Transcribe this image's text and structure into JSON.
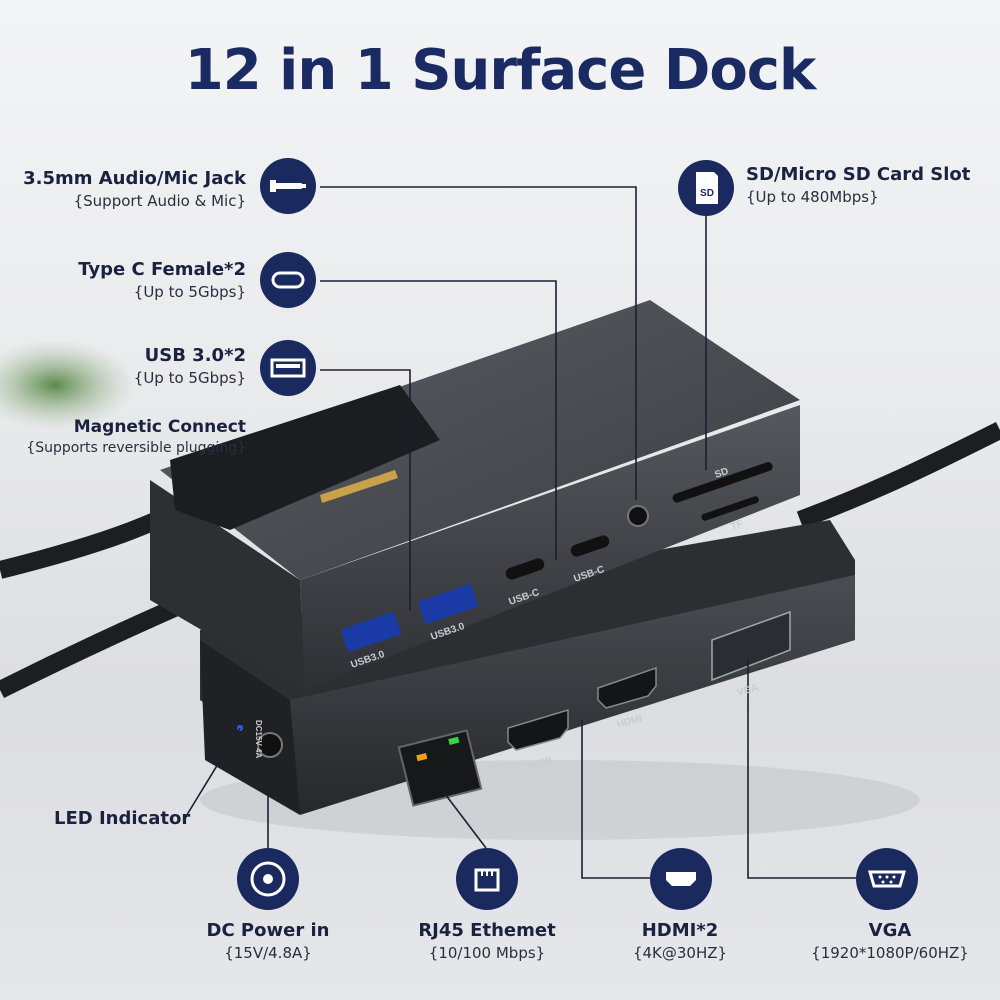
{
  "title": "12 in 1 Surface Dock",
  "features": {
    "audio": {
      "title": "3.5mm Audio/Mic Jack",
      "sub": "{Support Audio & Mic}",
      "icon": "audio-jack-icon"
    },
    "typec": {
      "title": "Type C Female*2",
      "sub": "{Up to 5Gbps}",
      "icon": "usb-c-icon"
    },
    "usb3": {
      "title": "USB 3.0*2",
      "sub": "{Up to 5Gbps}",
      "icon": "usb-a-icon"
    },
    "magnetic": {
      "title": "Magnetic Connect",
      "sub": "{Supports reversible plugging}"
    },
    "sd": {
      "title": "SD/Micro SD Card Slot",
      "sub": "{Up to 480Mbps}",
      "icon": "sd-card-icon"
    },
    "led": {
      "title": "LED Indicator"
    },
    "dc": {
      "title": "DC Power in",
      "sub": "{15V/4.8A}",
      "icon": "dc-power-icon"
    },
    "rj45": {
      "title": "RJ45 Ethemet",
      "sub": "{10/100 Mbps}",
      "icon": "ethernet-icon"
    },
    "hdmi": {
      "title": "HDMI*2",
      "sub": "{4K@30HZ}",
      "icon": "hdmi-icon"
    },
    "vga": {
      "title": "VGA",
      "sub": "{1920*1080P/60HZ}",
      "icon": "vga-icon"
    }
  },
  "port_labels": {
    "usb_left": "USB3.0",
    "usb_right": "USB3.0",
    "usbc_left": "USB-C",
    "usbc_right": "USB-C",
    "sd": "SD",
    "tf": "TF",
    "hdmi_left": "HDMI",
    "hdmi_right": "HDMI",
    "vga": "VGA",
    "dc_rating": "DC15V 4A"
  },
  "colors": {
    "navy": "#1b2a5e",
    "title": "#1a2a63"
  }
}
